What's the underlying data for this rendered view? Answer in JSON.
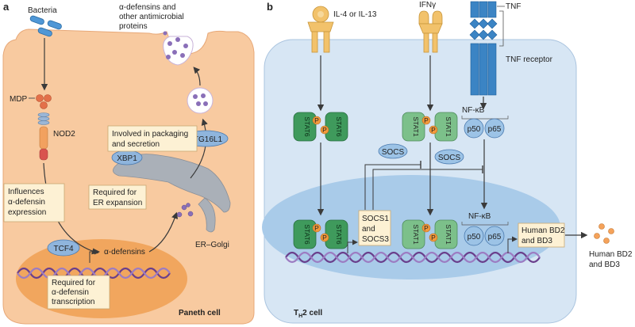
{
  "panel_a": {
    "letter": "a",
    "bacteria": "Bacteria",
    "defensins_top_1": "α-defensins and",
    "defensins_top_2": "other antimicrobial",
    "defensins_top_3": "proteins",
    "mdp": "MDP",
    "nod2": "NOD2",
    "atg16l1": "ATG16L1",
    "packaging_1": "Involved in packaging",
    "packaging_2": "and secretion",
    "xbp1": "XBP1",
    "er_expansion_1": "Required for",
    "er_expansion_2": "ER expansion",
    "influences_1": "Influences",
    "influences_2": "α-defensin",
    "influences_3": "expression",
    "tcf4": "TCF4",
    "alpha_defensins": "α-defensins",
    "er_golgi": "ER–Golgi",
    "transcription_1": "Required for",
    "transcription_2": "α-defensin",
    "transcription_3": "transcription",
    "cell_name": "Paneth cell"
  },
  "panel_b": {
    "letter": "b",
    "il4": "IL-4 or IL-13",
    "ifng": "IFNγ",
    "tnf": "TNF",
    "tnf_receptor": "TNF receptor",
    "stat6": "STAT6",
    "stat1": "STAT1",
    "p": "P",
    "nfkb": "NF-κB",
    "p50": "p50",
    "p65": "p65",
    "socs": "SOCS",
    "socs13_1": "SOCS1",
    "socs13_2": "and",
    "socs13_3": "SOCS3",
    "bd_box_1": "Human BD2",
    "bd_box_2": "and BD3",
    "bd_out_1": "Human BD2",
    "bd_out_2": "and BD3",
    "cell_name_1": "T",
    "cell_name_sub": "H",
    "cell_name_2": "2 cell"
  },
  "colors": {
    "paneth_cytoplasm": "#f8caa0",
    "paneth_nucleus": "#f0a257",
    "th2_cytoplasm": "#d7e6f4",
    "th2_nucleus": "#a9cbe9",
    "stat6": "#3f9a5c",
    "stat1": "#7cc08a",
    "phospho": "#f39a3c",
    "receptor": "#f2c26b",
    "tnf_receptor": "#3b84c4",
    "dna": "#6a3f8c",
    "label_box": "#fdf1d4"
  }
}
